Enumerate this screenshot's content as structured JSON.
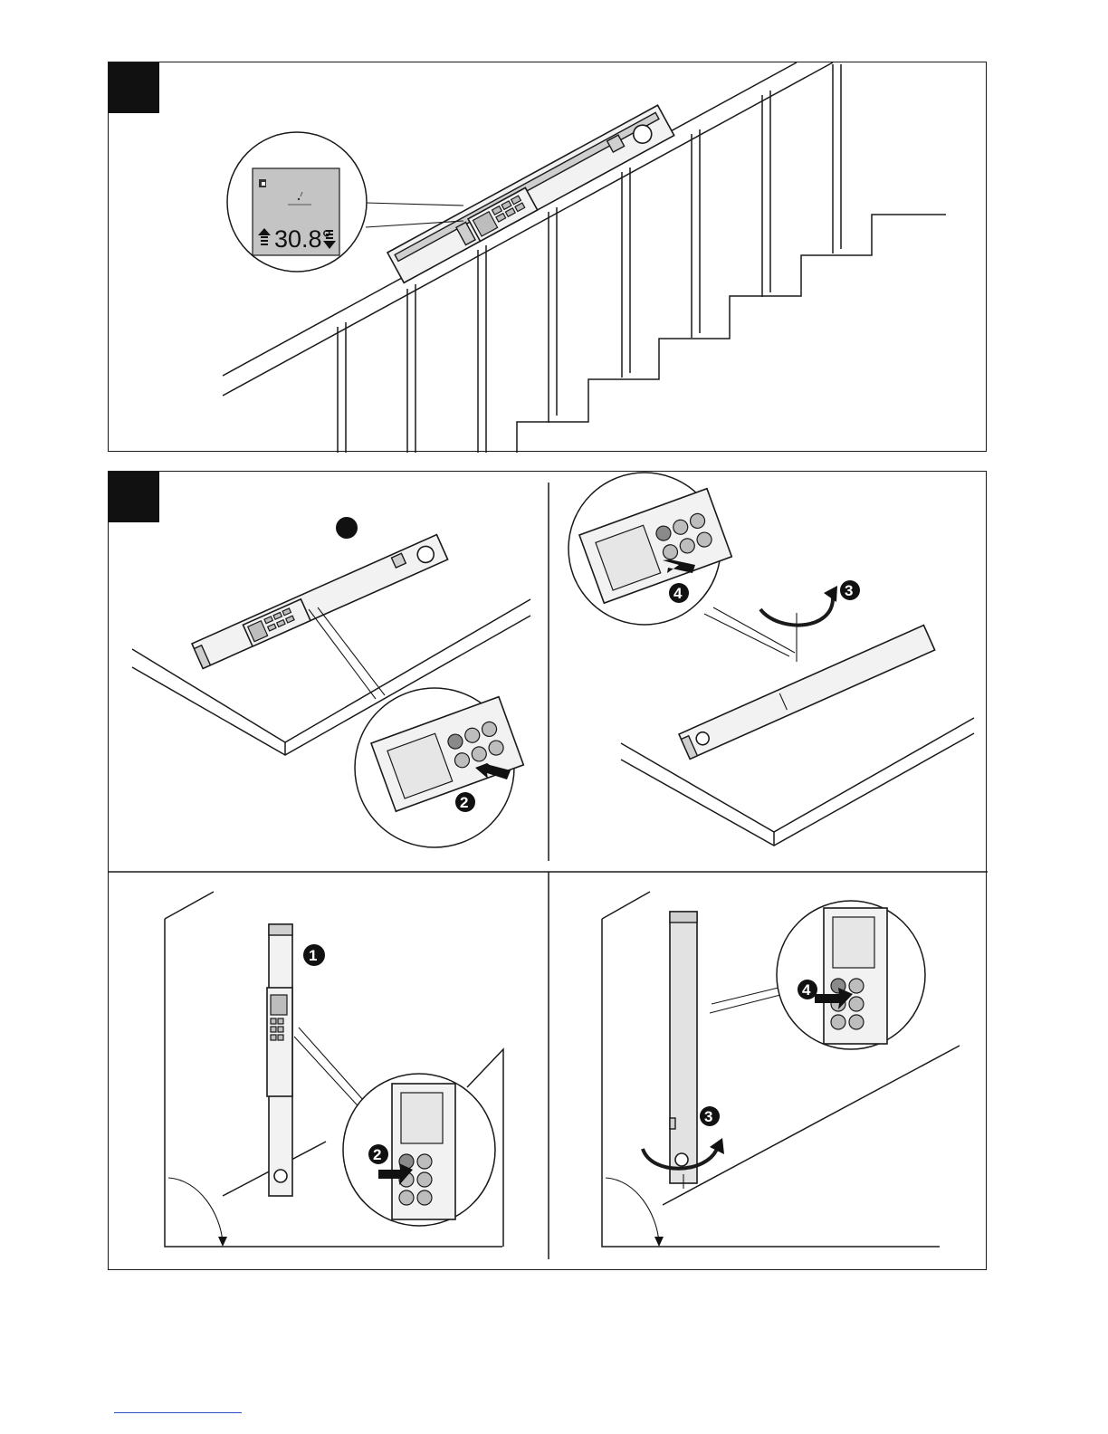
{
  "figure_top": {
    "display": {
      "angle_value": "30.8°"
    }
  },
  "figure_bottom": {
    "steps": {
      "one": "1",
      "two": "2",
      "three": "3",
      "four": "4"
    }
  },
  "icons": [
    "figure-tag-icon",
    "display-up-arrow-icon",
    "display-down-arrow-icon",
    "rotate-arrow-icon",
    "press-arrow-icon",
    "right-angle-icon"
  ]
}
